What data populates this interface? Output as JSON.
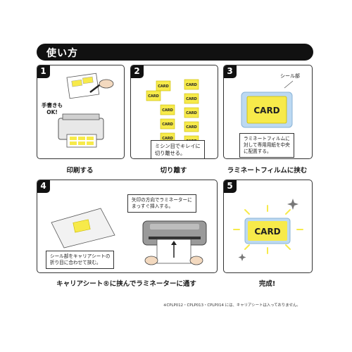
{
  "header": {
    "title": "使い方"
  },
  "steps": [
    {
      "number": "1",
      "caption": "印刷する",
      "callout": "手書きも\nOK!"
    },
    {
      "number": "2",
      "caption": "切り離す",
      "note": "ミシン目でキレイに\n切り離せる。"
    },
    {
      "number": "3",
      "caption": "ラミネートフィルムに挟む",
      "seal_label": "シール部",
      "note": "ラミネートフィルムに\n対して専用用紙を中央\nに配置する。"
    },
    {
      "number": "4",
      "caption": "キャリアシート®に挟んでラミネーターに通す",
      "note_left": "シール部をキャリアシートの\n折り目に合わせて挟む。",
      "note_right": "矢印の方向でラミネーターに\nまっすぐ挿入する。"
    },
    {
      "number": "5",
      "caption": "完成!"
    }
  ],
  "card_text": "CARD",
  "footnote": "※CPLP012・CPLP013・CPLP014 には、キャリアシートは入っておりません。",
  "colors": {
    "card_yellow": "#f7ea4a",
    "card_border": "#c9b900",
    "film_blue": "#bcd9f2",
    "dark": "#111111"
  }
}
